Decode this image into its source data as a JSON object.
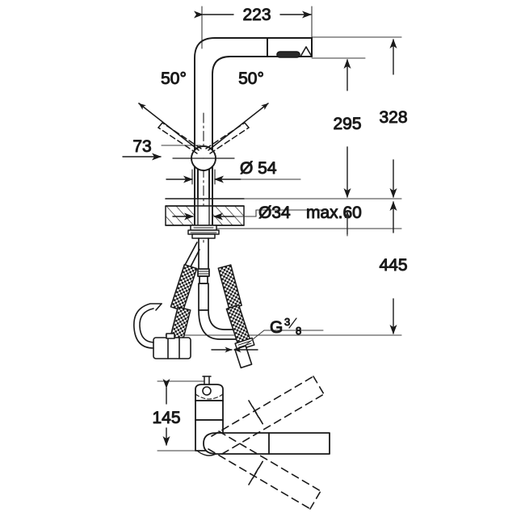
{
  "drawing": {
    "title": "Kitchen mixer tap technical dimension drawing",
    "units": "mm",
    "background_color": "#ffffff",
    "line_color": "#1a1a1a",
    "views": [
      {
        "name": "front-elevation",
        "label": ""
      },
      {
        "name": "plan-view",
        "label": ""
      }
    ]
  },
  "dimensions": {
    "spout_reach": "223",
    "angle_left": "50°",
    "angle_right": "50°",
    "offset_73": "73",
    "diameter_base": "Ø 54",
    "diameter_hole": "Ø34",
    "worktop_thickness": "max.60",
    "spout_height": "295",
    "overall_height": "328",
    "hose_length": "445",
    "connection_thread": "G",
    "thread_numerator": "3",
    "thread_denominator": "8",
    "plan_depth": "145"
  },
  "labels": {
    "dim_223": "223",
    "dim_50_left": "50°",
    "dim_50_right": "50°",
    "dim_73": "73",
    "dim_d54": "Ø 54",
    "dim_d34": "Ø34",
    "dim_max60": "max.60",
    "dim_295": "295",
    "dim_328": "328",
    "dim_445": "445",
    "dim_g": "G",
    "dim_g_num": "3",
    "dim_g_den": "8",
    "dim_145": "145"
  }
}
